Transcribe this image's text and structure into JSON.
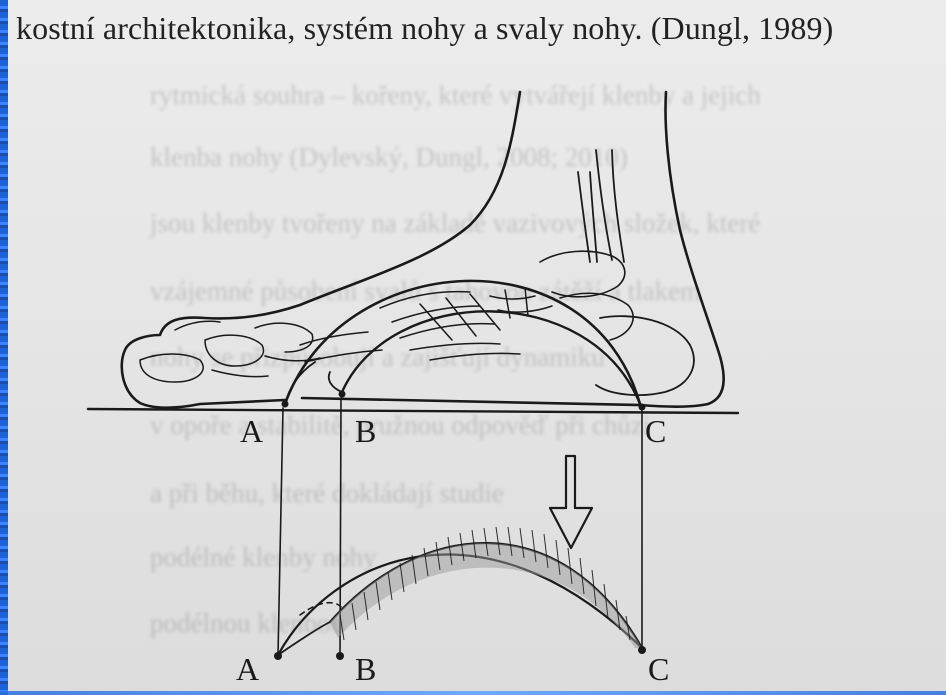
{
  "caption": "kostní architektonika, systém nohy a svaly nohy. (Dungl, 1989)",
  "labels": {
    "top": {
      "a": "A",
      "b": "B",
      "c": "C"
    },
    "bottom": {
      "a": "A",
      "b": "B",
      "c": "C"
    }
  },
  "colors": {
    "ink": "#1a1a1a",
    "paper": "#e6e6e6",
    "edge": "#2a6fe0"
  }
}
